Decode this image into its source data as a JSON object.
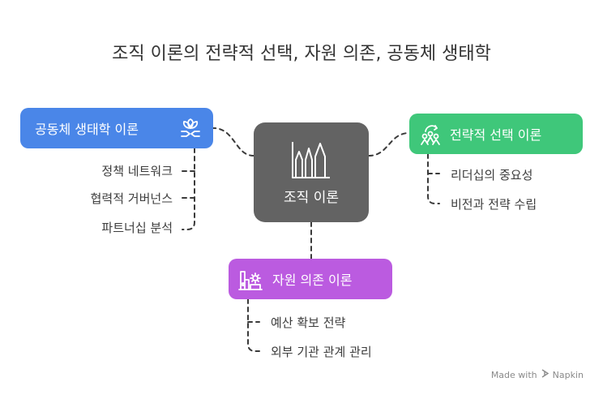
{
  "title": "조직 이론의 전략적 선택, 자원 의존, 공동체 생태학",
  "center": {
    "label": "조직 이론",
    "icon": "factory-chimneys-icon"
  },
  "topics": {
    "community": {
      "label": "공동체 생태학 이론",
      "icon": "sprout-hands-icon",
      "color": "#4a86e8",
      "items": [
        "정책 네트워크",
        "협력적 거버넌스",
        "파트너십 분석"
      ]
    },
    "strategic": {
      "label": "전략적 선택 이론",
      "icon": "people-chart-icon",
      "color": "#3fc77a",
      "items": [
        "리더십의 중요성",
        "비전과 전략 수립"
      ]
    },
    "resource": {
      "label": "자원 의존 이론",
      "icon": "factory-gear-icon",
      "color": "#bb5be0",
      "items": [
        "예산 확보 전략",
        "외부 기관 관계 관리"
      ]
    }
  },
  "footer": {
    "made_with": "Made with",
    "brand": "Napkin"
  }
}
